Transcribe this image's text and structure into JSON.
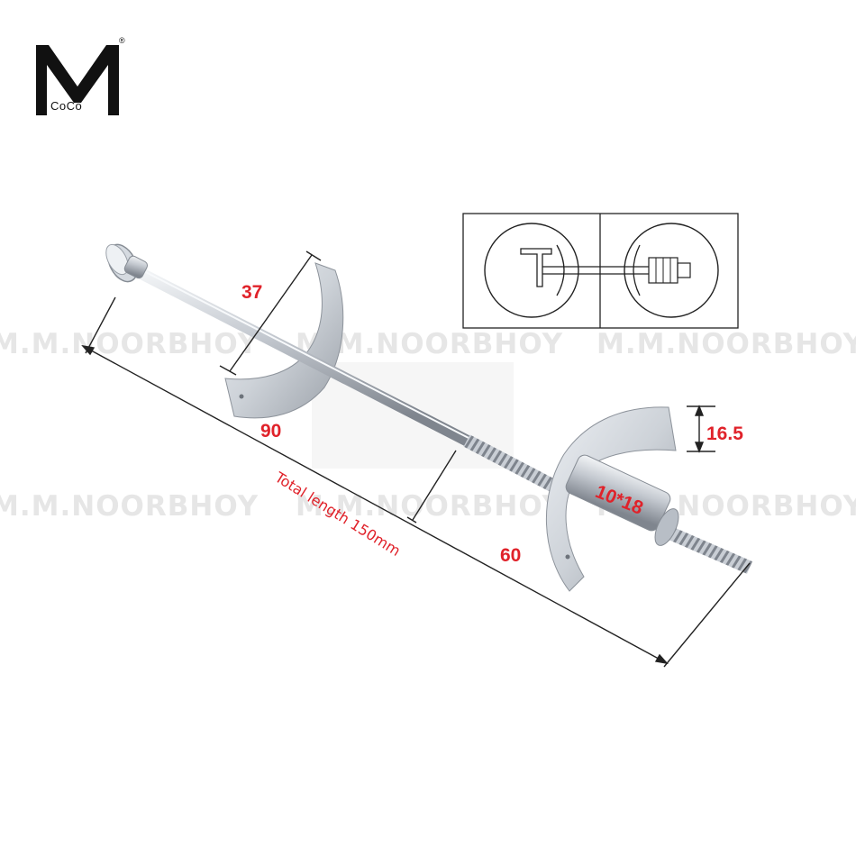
{
  "brand": {
    "logo_letter": "M",
    "logo_sub": "CoCo",
    "registered_mark": "®"
  },
  "watermarks": [
    "M.M.NOORBHOY",
    "M.M.NOORBHOY",
    "M.M.NOORBHOY",
    "M.M.NOORBHOY",
    "M.M.NOORBHOY",
    "M.M.NOORBHOY"
  ],
  "dimensions": {
    "bracket_height": "37",
    "bracket_span": "90",
    "thread_length": "60",
    "end_bracket_width": "16.5",
    "nut_size": "10*18",
    "total_length": "Total length 150mm"
  },
  "colors": {
    "dimension_text": "#e0222a",
    "metal_light": "#e6e9ee",
    "metal_dark": "#8a9099",
    "line": "#222222",
    "watermark": "#8c8c8c"
  },
  "icons": {
    "logo": "m-coco-logo",
    "diagram": "installation-diagram"
  }
}
